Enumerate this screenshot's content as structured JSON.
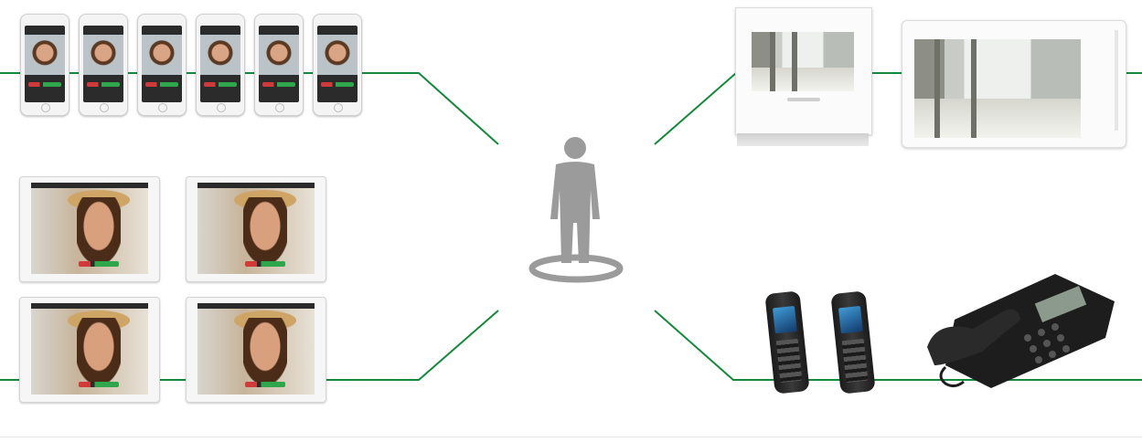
{
  "colors": {
    "line": "#118a3a",
    "person": "#9b9b9b"
  },
  "nodes": {
    "smartphones": {
      "icon": "smartphone-icon",
      "count": 6
    },
    "tablets": {
      "icon": "tablet-icon",
      "count": 4
    },
    "indoor_monitors": {
      "icon": "video-monitor-icon",
      "count": 2
    },
    "telephones": {
      "icon": "telephone-icon",
      "dect_handsets": 2,
      "desk_phones": 1
    },
    "center": {
      "icon": "user-icon"
    }
  }
}
